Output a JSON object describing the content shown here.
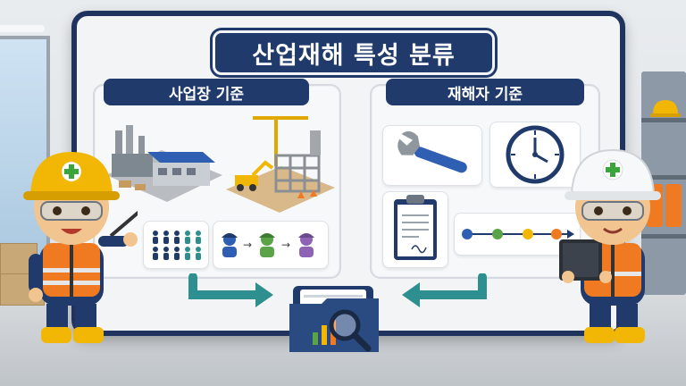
{
  "title": "산업재해 특성 분류",
  "left_section": {
    "header": "사업장 기준"
  },
  "right_section": {
    "header": "재해자 기준"
  },
  "colors": {
    "navy": "#1f3a6b",
    "teal_arrow": "#2d8f8f",
    "hard_hat_yellow": "#f2b705",
    "vest_orange": "#f07a22",
    "timeline_dots": [
      "#2f5fb3",
      "#5aa347",
      "#f2b705",
      "#f07a22"
    ]
  },
  "icons": {
    "wrench": "wrench-icon",
    "clock": "clock-icon",
    "clipboard": "clipboard-icon",
    "folder": "folder-icon",
    "magnifier": "magnifier-icon"
  }
}
